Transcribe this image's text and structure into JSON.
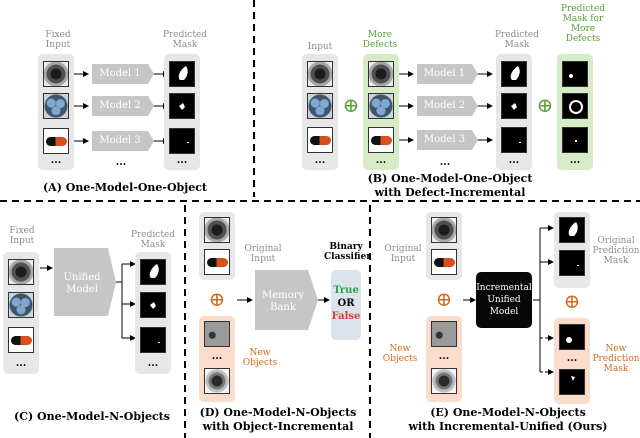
{
  "panel_a": {
    "fixed_input": "Fixed\nInput",
    "predicted_mask": "Predicted\nMask",
    "models": [
      "Model 1",
      "Model 2",
      "Model 3"
    ],
    "dots": "...",
    "caption": "(A) One-Model-One-Object"
  },
  "panel_b": {
    "input": "Input",
    "more_defects": "More\nDefects",
    "predicted_mask": "Predicted\nMask",
    "predicted_more": "Predicted\nMask for\nMore\nDefects",
    "models": [
      "Model 1",
      "Model 2",
      "Model 3"
    ],
    "dots": "...",
    "caption_line1": "(B) One-Model-One-Object",
    "caption_line2": "with Defect-Incremental"
  },
  "panel_c": {
    "fixed_input": "Fixed\nInput",
    "predicted_mask": "Predicted\nMask",
    "model": "Unified\nModel",
    "dots": "...",
    "caption": "(C) One-Model-N-Objects"
  },
  "panel_d": {
    "original_input": "Original\nInput",
    "new_objects": "New\nObjects",
    "memory_bank": "Memory\nBank",
    "binary_classifier": "Binary\nClassifier",
    "true_label": "True",
    "or_label": "OR",
    "false_label": "False",
    "dots": "...",
    "caption_line1": "(D) One-Model-N-Objects",
    "caption_line2": "with Object-Incremental"
  },
  "panel_e": {
    "original_input": "Original\nInput",
    "new_objects": "New\nObjects",
    "model": "Incremental\nUnified\nModel",
    "original_prediction": "Original\nPrediction\nMask",
    "new_prediction": "New\nPrediction\nMask",
    "dots": "...",
    "caption_line1": "(E) One-Model-N-Objects",
    "caption_line2": "with Incremental-Unified (Ours)"
  },
  "plus_symbol": "⊕",
  "colors": {
    "green": "#5a9e3e",
    "orange": "#d2691e",
    "green_panel": "#d8ebc7",
    "orange_panel": "#fbdccb",
    "gray_panel": "#e7e7e7",
    "true_color": "#2aa44a",
    "false_color": "#e03a2a"
  }
}
